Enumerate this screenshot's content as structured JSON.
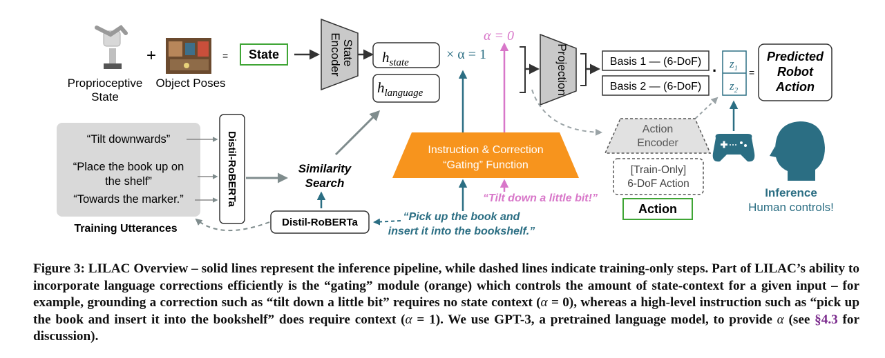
{
  "figure": {
    "proprio_label_1": "Proprioceptive",
    "proprio_label_2": "State",
    "plus": "+",
    "equals": "=",
    "object_poses_label": "Object Poses",
    "state_box": "State",
    "state_encoder_1": "State",
    "state_encoder_2": "Encoder",
    "h_state_main": "h",
    "h_state_sub": "state",
    "h_language_main": "h",
    "h_language_sub": "language",
    "alpha_one": "× α = 1",
    "alpha_zero": "α = 0",
    "projection": "Projection",
    "basis1": "Basis 1 — (6-DoF)",
    "basis2": "Basis 2 — (6-DoF)",
    "dot": "·",
    "z1_main": "z",
    "z1_sub": "1",
    "z2_main": "z",
    "z2_sub": "2",
    "equals2": "=",
    "predicted_1": "Predicted",
    "predicted_2": "Robot",
    "predicted_3": "Action",
    "utterances": [
      "“Tilt downwards”",
      "“Place the book up on",
      "the shelf”",
      "“Towards the marker.”"
    ],
    "training_utterances": "Training Utterances",
    "distil_vertical": "Distil-RoBERTa",
    "similarity_1": "Similarity",
    "similarity_2": "Search",
    "distil_box": "Distil-RoBERTa",
    "gating_1": "Instruction & Correction",
    "gating_2": "“Gating” Function",
    "tilt_quote": "“Tilt down a little bit!”",
    "pick_1": "“Pick up the book and",
    "pick_2": "insert it into the bookshelf.”",
    "action_encoder_1": "Action",
    "action_encoder_2": "Encoder",
    "train_only_1": "[Train-Only]",
    "train_only_2": "6-DoF Action",
    "action_box": "Action",
    "inference_title": "Inference",
    "inference_sub": "Human controls!"
  },
  "caption": {
    "lead": "Figure 3: LILAC Overview – solid lines represent the inference pipeline, while dashed lines indicate training-only steps. Part of LILAC’s ability to incorporate language corrections efficiently is the “gating” module (orange) which controls the amount of state-context for a given input – for example, grounding a correction such as “tilt down a little bit” requires no state context (",
    "alpha0": "α",
    "mid1": " = 0), whereas a high-level instruction such as “pick up the book and insert it into the bookshelf” does require context (",
    "alpha1": "α",
    "mid2": " = 1). We use GPT-3, a pretrained language model, to provide ",
    "alpha2": "α",
    "see": " (see ",
    "ref": "§4.3",
    "tail": " for discussion)."
  },
  "colors": {
    "teal": "#2b6e83",
    "magenta": "#d877c9",
    "orange": "#f7941d",
    "green": "#3fa535",
    "gray_box": "#c9c9c9",
    "light_gray": "#e1e1e1",
    "ref_purple": "#7a2a8c"
  }
}
